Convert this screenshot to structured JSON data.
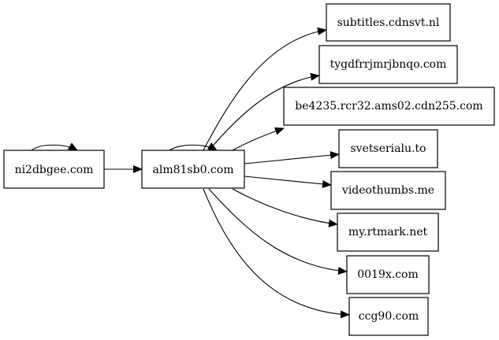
{
  "graph": {
    "nodes": [
      {
        "id": "ni2dbgee",
        "label": "ni2dbgee.com"
      },
      {
        "id": "alm81sb0",
        "label": "alm81sb0.com"
      },
      {
        "id": "subtitles",
        "label": "subtitles.cdnsvt.nl"
      },
      {
        "id": "tygdfrr",
        "label": "tygdfrrjmrjbnqo.com"
      },
      {
        "id": "be4235",
        "label": "be4235.rcr32.ams02.cdn255.com"
      },
      {
        "id": "svetserialu",
        "label": "svetserialu.to"
      },
      {
        "id": "videothumbs",
        "label": "videothumbs.me"
      },
      {
        "id": "rtmark",
        "label": "my.rtmark.net"
      },
      {
        "id": "x0019",
        "label": "0019x.com"
      },
      {
        "id": "ccg90",
        "label": "ccg90.com"
      }
    ],
    "edges": [
      {
        "from": "ni2dbgee",
        "to": "ni2dbgee"
      },
      {
        "from": "ni2dbgee",
        "to": "alm81sb0"
      },
      {
        "from": "alm81sb0",
        "to": "alm81sb0"
      },
      {
        "from": "alm81sb0",
        "to": "subtitles"
      },
      {
        "from": "alm81sb0",
        "to": "tygdfrr"
      },
      {
        "from": "alm81sb0",
        "to": "be4235"
      },
      {
        "from": "alm81sb0",
        "to": "svetserialu"
      },
      {
        "from": "alm81sb0",
        "to": "videothumbs"
      },
      {
        "from": "alm81sb0",
        "to": "rtmark"
      },
      {
        "from": "alm81sb0",
        "to": "x0019"
      },
      {
        "from": "alm81sb0",
        "to": "ccg90"
      }
    ]
  }
}
